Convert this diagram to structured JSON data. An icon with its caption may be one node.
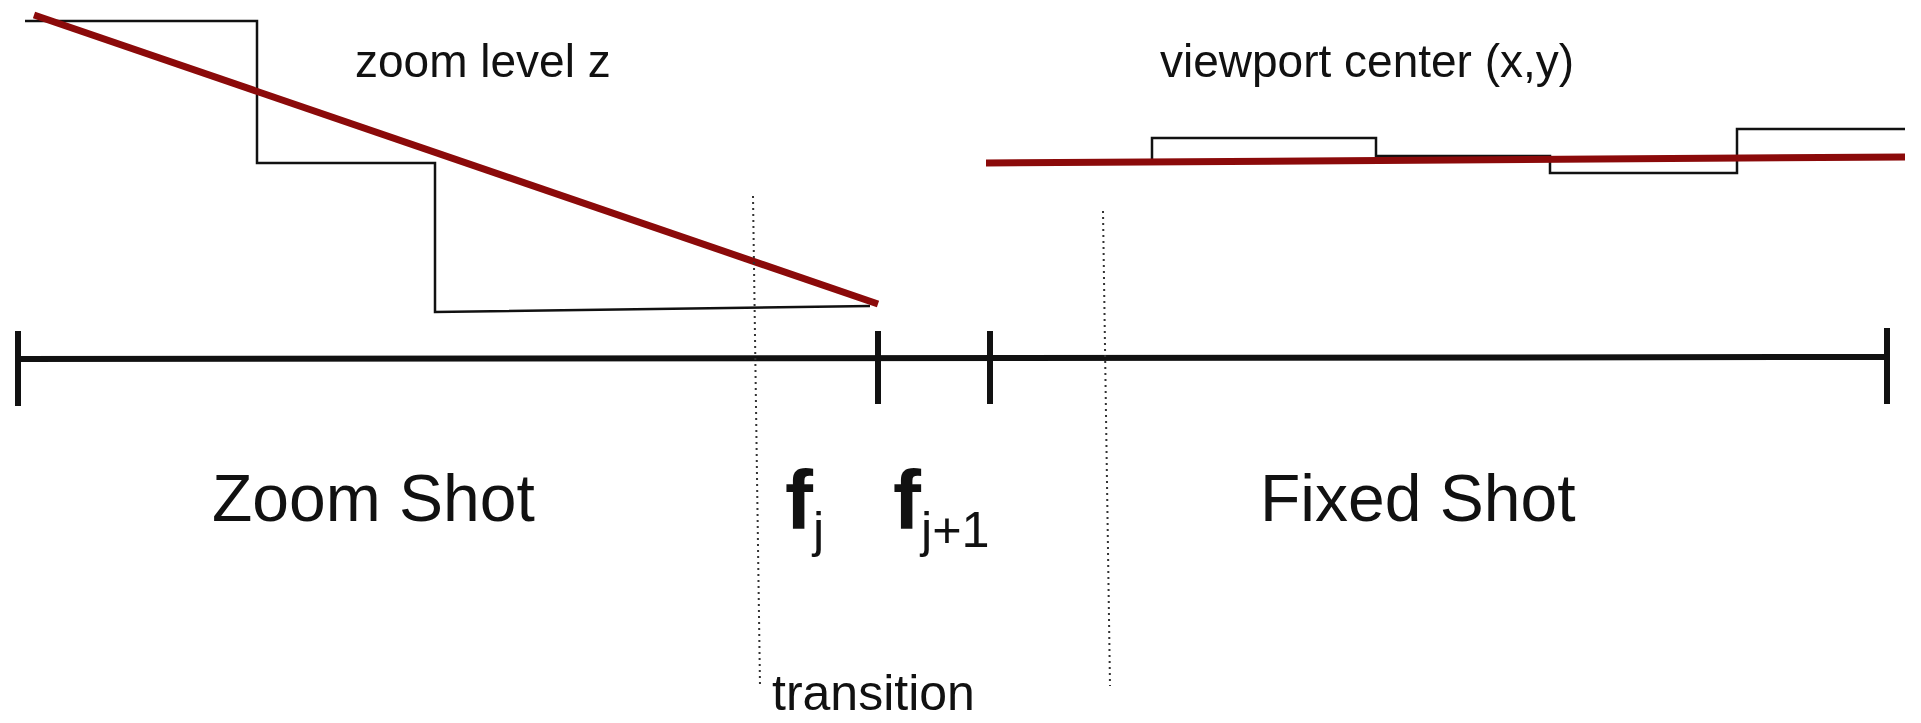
{
  "diagram": {
    "labels": [
      "zoom level z",
      "viewport center (x,y)",
      "Zoom Shot",
      "**f**$_{j}$",
      "**f**$_{j+1}$",
      "Fixed Shot",
      "transition"
    ]
  }
}
